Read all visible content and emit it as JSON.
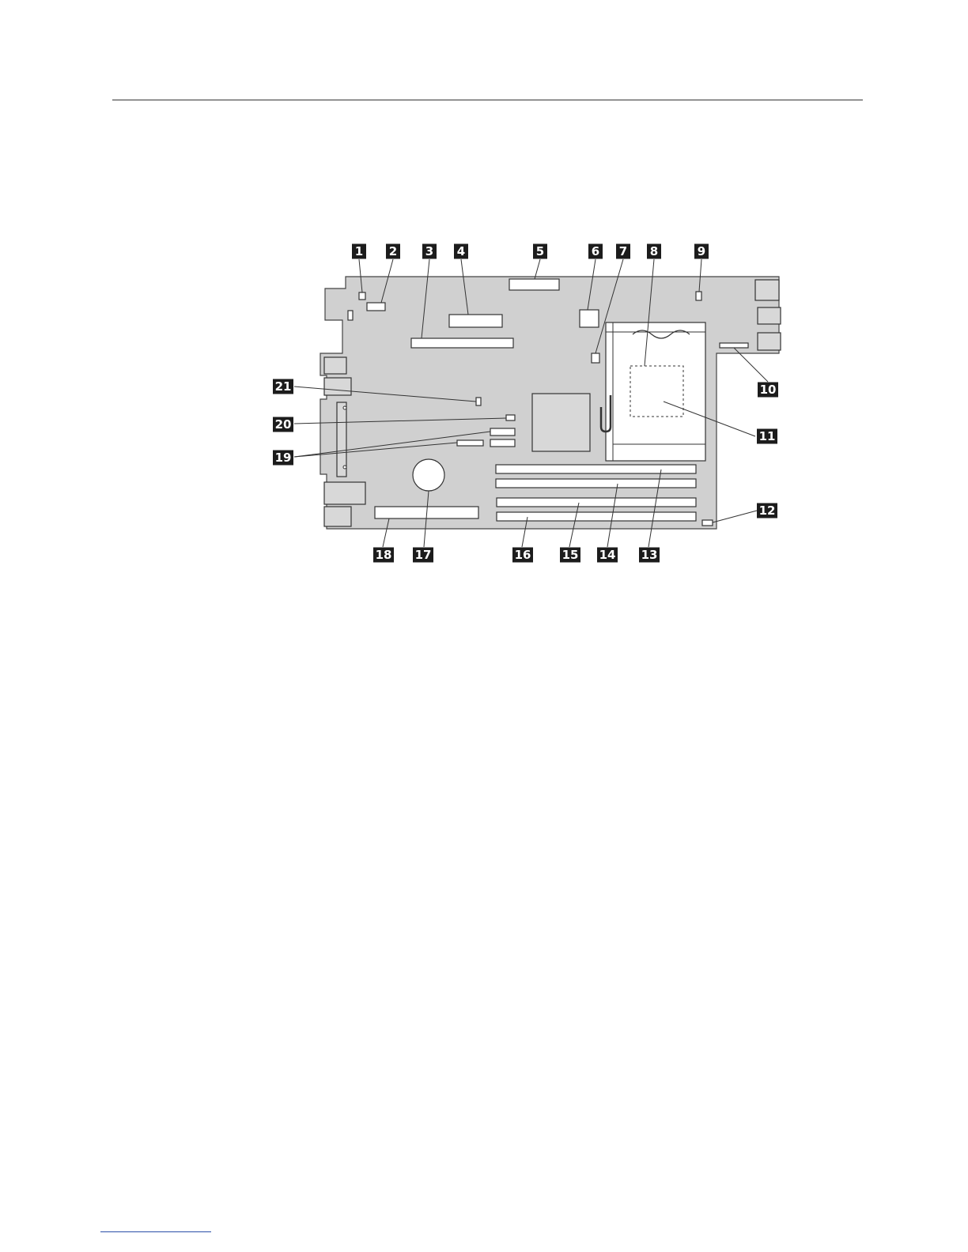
{
  "callouts": [
    {
      "id": "1",
      "label": "1"
    },
    {
      "id": "2",
      "label": "2"
    },
    {
      "id": "3",
      "label": "3"
    },
    {
      "id": "4",
      "label": "4"
    },
    {
      "id": "5",
      "label": "5"
    },
    {
      "id": "6",
      "label": "6"
    },
    {
      "id": "7",
      "label": "7"
    },
    {
      "id": "8",
      "label": "8"
    },
    {
      "id": "9",
      "label": "9"
    },
    {
      "id": "10",
      "label": "10"
    },
    {
      "id": "11",
      "label": "11"
    },
    {
      "id": "12",
      "label": "12"
    },
    {
      "id": "13",
      "label": "13"
    },
    {
      "id": "14",
      "label": "14"
    },
    {
      "id": "15",
      "label": "15"
    },
    {
      "id": "16",
      "label": "16"
    },
    {
      "id": "17",
      "label": "17"
    },
    {
      "id": "18",
      "label": "18"
    },
    {
      "id": "19",
      "label": "19"
    },
    {
      "id": "20",
      "label": "20"
    },
    {
      "id": "21",
      "label": "21"
    }
  ],
  "colors": {
    "board": "#d0d0d0",
    "callout_bg": "#1c1c1c",
    "callout_text": "#ffffff",
    "rule": "#333333",
    "footer_rule": "#2a4fa8"
  }
}
